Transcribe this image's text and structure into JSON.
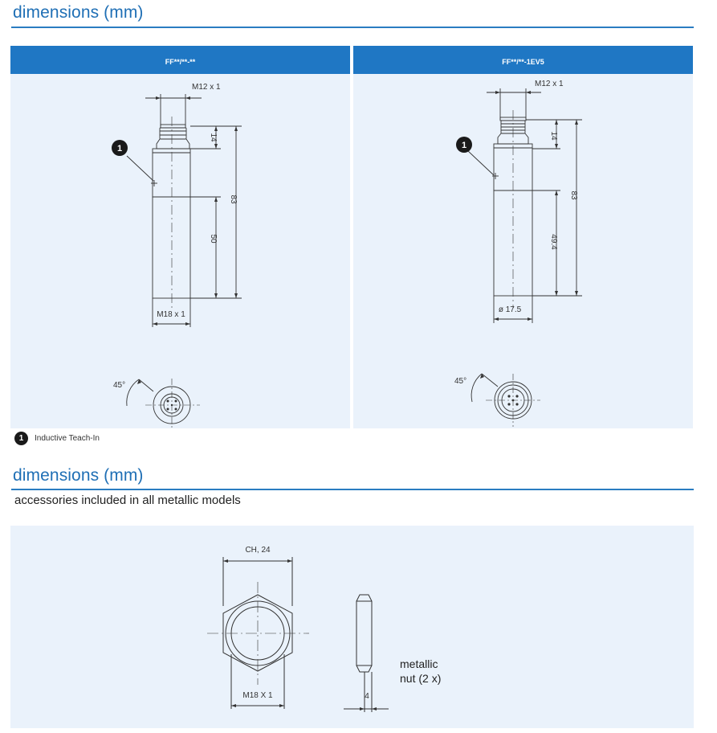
{
  "section1": {
    "title": "dimensions (mm)"
  },
  "panels": [
    {
      "header": "FF**/**-**",
      "labels": {
        "top_thread": "M12 x 1",
        "dim_14": "14",
        "dim_83": "83",
        "dim_body": "50",
        "bottom": "M18 x 1",
        "angle": "45°",
        "callout": "1"
      }
    },
    {
      "header": "FF**/**-1EV5",
      "labels": {
        "top_thread": "M12 x 1",
        "dim_14": "14",
        "dim_83": "83",
        "dim_body": "49.4",
        "bottom": "ø 17.5",
        "angle": "45°",
        "callout": "1"
      }
    }
  ],
  "legend": {
    "badge": "1",
    "text": "Inductive Teach-In"
  },
  "section2": {
    "title": "dimensions (mm)",
    "subtitle": "accessories included in all metallic models",
    "nut": {
      "width_label": "CH, 24",
      "thread_label": "M18 X 1",
      "thickness_label": "4",
      "caption_line1": "metallic",
      "caption_line2": "nut (2 x)"
    }
  }
}
